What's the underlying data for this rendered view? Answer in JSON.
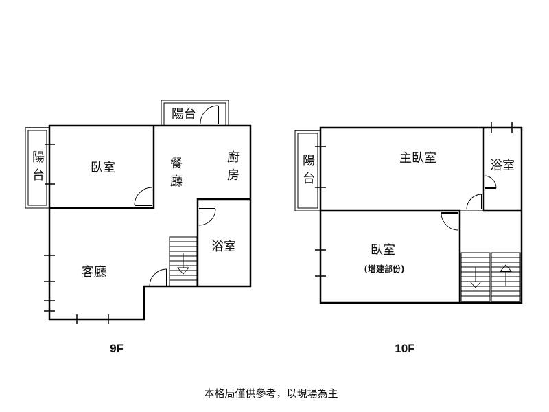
{
  "floors": {
    "floor_9": {
      "label": "9F",
      "rooms": {
        "bedroom": "臥室",
        "dining": "餐廳",
        "kitchen": "廚房",
        "bathroom": "浴室",
        "living": "客廳",
        "balcony_left": "陽台",
        "balcony_top": "陽台"
      }
    },
    "floor_10": {
      "label": "10F",
      "rooms": {
        "master_bedroom": "主臥室",
        "bathroom": "浴室",
        "balcony": "陽台",
        "bedroom": "臥室",
        "bedroom_note": "(增建部份)"
      }
    }
  },
  "footnote": "本格局僅供參考，以現場為主"
}
